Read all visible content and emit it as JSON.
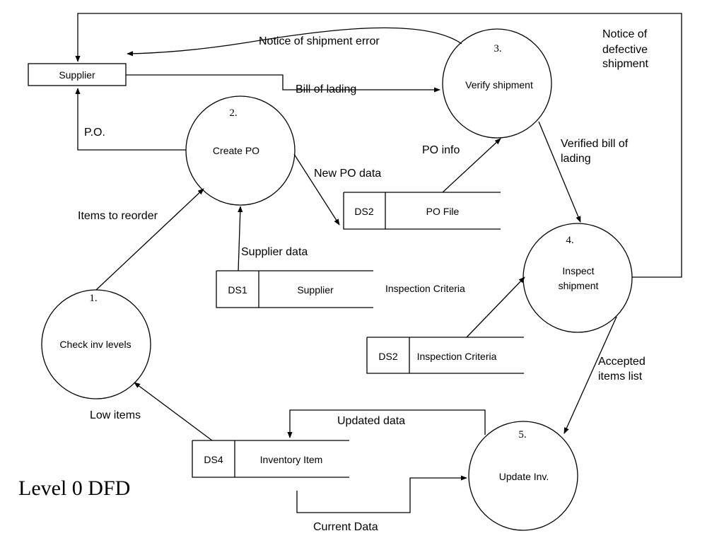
{
  "title": "Level 0 DFD",
  "entity": {
    "supplier": "Supplier"
  },
  "processes": {
    "p1": {
      "number": "1.",
      "name": "Check inv levels"
    },
    "p2": {
      "number": "2.",
      "name": "Create PO"
    },
    "p3": {
      "number": "3.",
      "name": "Verify shipment"
    },
    "p4": {
      "number": "4.",
      "name_line1": "Inspect",
      "name_line2": "shipment"
    },
    "p5": {
      "number": "5.",
      "name": "Update Inv."
    }
  },
  "stores": {
    "po_file": {
      "id": "DS2",
      "name": "PO File"
    },
    "supplier": {
      "id": "DS1",
      "name": "Supplier",
      "extra": "Inspection Criteria"
    },
    "inspection": {
      "id": "DS2",
      "name": "Inspection Criteria"
    },
    "inventory": {
      "id": "DS4",
      "name": "Inventory Item"
    }
  },
  "flows": {
    "notice_shipment_error": "Notice of shipment error",
    "notice_defective_1": "Notice of",
    "notice_defective_2": "defective",
    "notice_defective_3": "shipment",
    "bill_of_lading": "Bill of lading",
    "po": "P.O.",
    "po_info": "PO info",
    "verified_bill_1": "Verified bill of",
    "verified_bill_2": "lading",
    "new_po_data": "New PO data",
    "items_to_reorder": "Items to reorder",
    "supplier_data": "Supplier data",
    "accepted_items_1": "Accepted",
    "accepted_items_2": "items list",
    "low_items": "Low items",
    "updated_data": "Updated data",
    "current_data": "Current Data"
  }
}
